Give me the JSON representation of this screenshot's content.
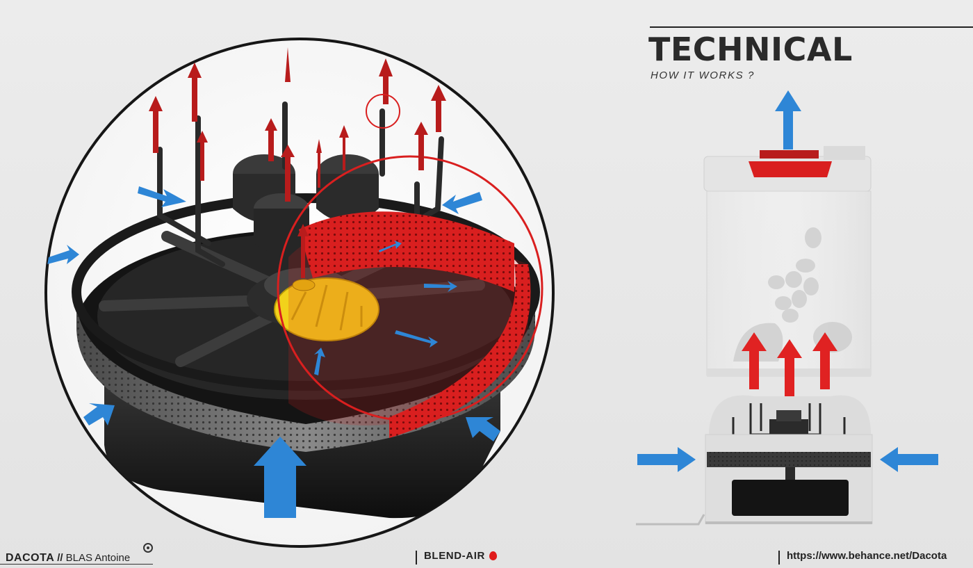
{
  "header": {
    "title": "TECHNICAL",
    "subtitle": "HOW IT WORKS ?"
  },
  "footer": {
    "brand": "DACOTA",
    "separator": "//",
    "author": "BLAS Antoine",
    "product": "BLEND-AIR",
    "url": "https://www.behance.net/Dacota"
  },
  "colors": {
    "hot_air": "#d91f1f",
    "cold_air": "#2e86d6",
    "impeller": "#f2d21b",
    "body_dark": "#1c1c1c"
  },
  "icons": [
    "target-icon",
    "balloon-icon",
    "airflow-arrow-icon"
  ]
}
